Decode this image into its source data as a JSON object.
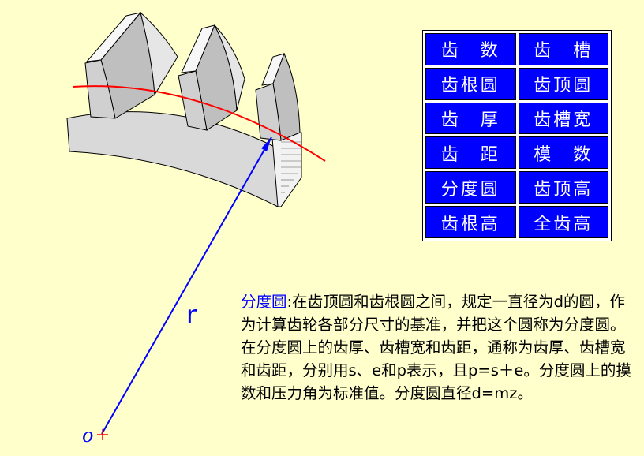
{
  "terms": [
    [
      "齿　数",
      "齿　槽"
    ],
    [
      "齿根圆",
      "齿顶圆"
    ],
    [
      "齿　厚",
      "齿槽宽"
    ],
    [
      "齿　距",
      "模　数"
    ],
    [
      "分度圆",
      "齿顶高"
    ],
    [
      "齿根高",
      "全齿高"
    ]
  ],
  "labels": {
    "radius": "r",
    "center": "o"
  },
  "description": {
    "term": "分度圆",
    "text": ":在齿顶圆和齿根圆之间，规定一直径为d的圆，作为计算齿轮各部分尺寸的基准，并把这个圆称为分度圆。在分度圆上的齿厚、齿槽宽和齿距，通称为齿厚、齿槽宽和齿距，分别用s、e和p表示，且p=s＋e。分度圆上的摸数和压力角为标准值。分度圆直径d=mz。"
  },
  "colors": {
    "background": "#ffffcc",
    "cell": "#0000ff",
    "pitch_circle": "#ff0000",
    "radius_line": "#0000ff",
    "gear_face": "#d9d9d9"
  }
}
